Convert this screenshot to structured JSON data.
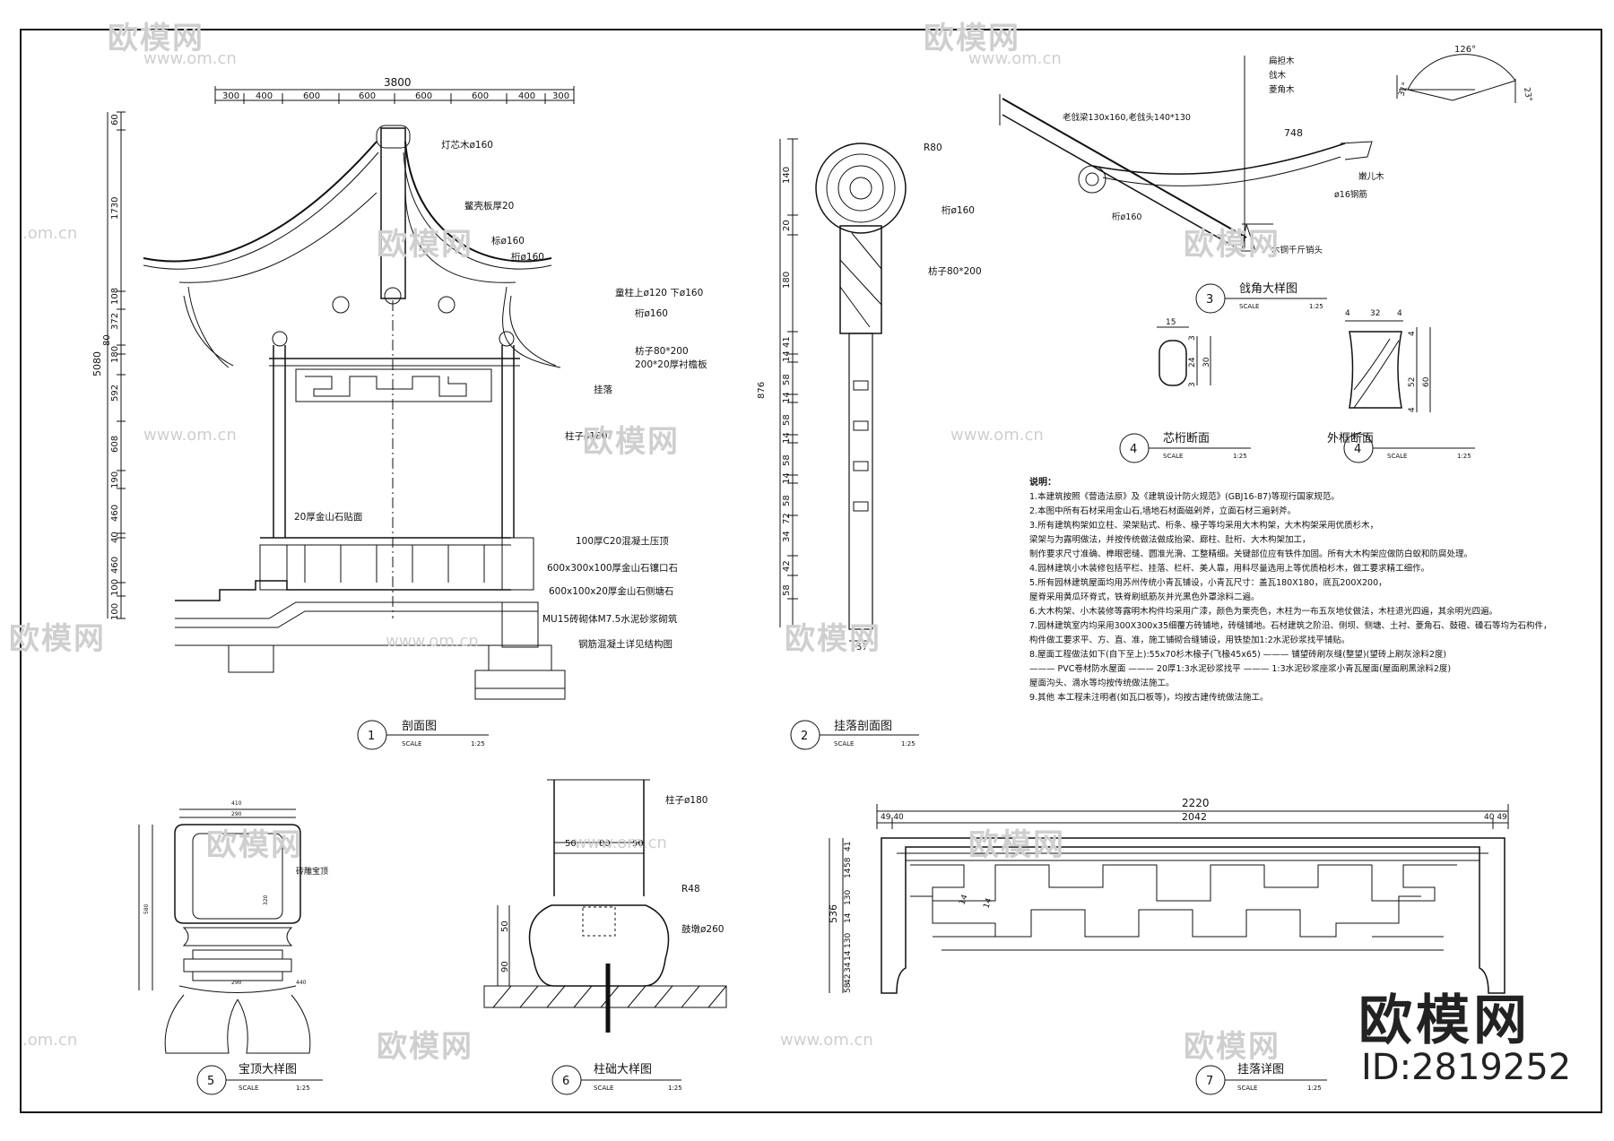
{
  "watermark": {
    "text": "欧模网",
    "url": "www.om.cn",
    "short_url": ".om.cn"
  },
  "brand": {
    "name": "欧模网",
    "id": "ID:2819252"
  },
  "drawing1": {
    "num": "1",
    "title": "剖面图",
    "scale_label": "SCALE",
    "scale": "1:25",
    "top_total": "3800",
    "top_dims": [
      "300",
      "400",
      "600",
      "600",
      "600",
      "600",
      "400",
      "300"
    ],
    "side_total": "5080",
    "side_dims": [
      "60",
      "1730",
      "108",
      "372",
      "80",
      "180",
      "592",
      "608",
      "190",
      "460",
      "40",
      "460",
      "100",
      "100"
    ],
    "labels": [
      "灯芯木ø160",
      "鳖壳板厚20",
      "标ø160",
      "桁ø160",
      "童柱上ø120  下ø160",
      "桁ø160",
      "枋子80*200",
      "200*20厚衬檐板",
      "挂落",
      "柱子ø180",
      "20厚金山石贴面",
      "100厚C20混凝土压顶",
      "600x300x100厚金山石镶口石",
      "600x100x20厚金山石侧塘石",
      "MU15砖砌体M7.5水泥砂浆砌筑",
      "钢筋混凝土详见结构图"
    ]
  },
  "drawing2": {
    "num": "2",
    "title": "挂落剖面图",
    "scale_label": "SCALE",
    "scale": "1:25",
    "dims": [
      "140",
      "20",
      "180",
      "41",
      "876",
      "14",
      "58",
      "14",
      "58",
      "14",
      "58",
      "14",
      "58",
      "72",
      "34",
      "42",
      "58"
    ],
    "bottom_dim": "57",
    "labels": [
      "R80",
      "桁ø160",
      "枋子80*200"
    ]
  },
  "drawing3": {
    "num": "3",
    "title": "戗角大样图",
    "scale_label": "SCALE",
    "scale": "1:25",
    "angle": "126°",
    "angle_left": "31°",
    "angle_right": "23°",
    "labels": [
      "扁担木",
      "戗木",
      "菱角木",
      "老戗梁130x160,老戗头140*130",
      "748",
      "嫩儿木",
      "ø16钢筋",
      "桁ø160",
      "木铜千斤销头"
    ]
  },
  "drawing4a": {
    "num": "4",
    "title": "芯桁断面",
    "scale_label": "SCALE",
    "scale": "1:25",
    "dims": [
      "15",
      "3",
      "24",
      "30",
      "3"
    ]
  },
  "drawing4b": {
    "num": "4",
    "title": "外框断面",
    "scale_label": "SCALE",
    "scale": "1:25",
    "dims": [
      "4",
      "32",
      "4",
      "4",
      "52",
      "60",
      "4"
    ]
  },
  "drawing5": {
    "num": "5",
    "title": "宝顶大样图",
    "scale_label": "SCALE",
    "scale": "1:25",
    "label": "砖雕宝顶",
    "dims": [
      "410",
      "290",
      "580",
      "320",
      "290",
      "440"
    ]
  },
  "drawing6": {
    "num": "6",
    "title": "柱础大样图",
    "scale_label": "SCALE",
    "scale": "1:25",
    "labels": [
      "柱子ø180",
      "R48",
      "鼓墩ø260"
    ],
    "dims": [
      "50",
      "80",
      "50",
      "50",
      "90"
    ]
  },
  "drawing7": {
    "num": "7",
    "title": "挂落详图",
    "scale_label": "SCALE",
    "scale": "1:25",
    "top_total": "2220",
    "inner": "2042",
    "left_dims": "49 40",
    "right_dims": "40 49",
    "side_total": "536",
    "side_dims": [
      "41",
      "58",
      "14",
      "130",
      "14",
      "130",
      "14",
      "34",
      "42",
      "58"
    ],
    "inner_dims": [
      "14",
      "14"
    ]
  },
  "notes": {
    "heading": "说明：",
    "items": [
      "1.本建筑按照《营造法原》及《建筑设计防火规范》(GBJ16-87)等现行国家规范。",
      "2.本图中所有石材采用金山石,墙地石材面磁剁斧，立面石材三遍剁斧。",
      "3.所有建筑构架如立柱、梁架贴式、桁条、椽子等均采用大木构架，大木构架采用优质杉木，",
      "   梁架与为露明做法，并按传统做法做成抬梁、廊柱、肚桁、大木构架加工，",
      "   制作要求尺寸准确、榫眼密缝、圆准光滑、工整精细。关键部位应有铁件加固。所有大木构架应做防白蚁和防腐处理。",
      "4.园林建筑小木装修包括平栏、挂落、栏杆、美人靠，用料尽量选用上等优质柏杉木，做工要求精工细作。",
      "5.所有园林建筑屋面均用苏州传统小青瓦铺设，小青瓦尺寸：盖瓦180X180，底瓦200X200，",
      "   屋脊采用黄瓜环脊式，铁脊刷纸筋灰并光黑色外罩涂料二遍。",
      "6.大木构架、小木装修等露明木构件均采用广漆，颜色为栗壳色，木柱为一布五灰地仗做法，木柱退光四遍，其余明光四遍。",
      "7.园林建筑室内均采用300X300x35细覆方砖铺地，砖缝铺地。石材建筑之阶沿、侧坝、侧塘、土衬、菱角石、鼓磴、磉石等均为石构件，",
      "   构件做工要求平、方、直、准，施工铺砌合缝铺设，用铁垫加1:2水泥砂浆找平铺贴。",
      "8.屋面工程做法如下(自下至上):55x70杉木椽子(飞椽45x65) ——— 铺望砖刷灰缝(整望)(望砖上刷灰涂料2度)",
      "   ——— PVC卷材防水屋面 ——— 20厚1:3水泥砂浆找平 ——— 1:3水泥砂浆座浆小青瓦屋面(屋面刷黑涂料2度)",
      "   屋面沟头、滴水等均按传统做法施工。",
      "9.其他 本工程未注明者(如瓦口板等)，均按古建传统做法施工。"
    ]
  },
  "colors": {
    "line": "#111111",
    "watermark": "#cfcfcf",
    "paper": "#ffffff"
  }
}
